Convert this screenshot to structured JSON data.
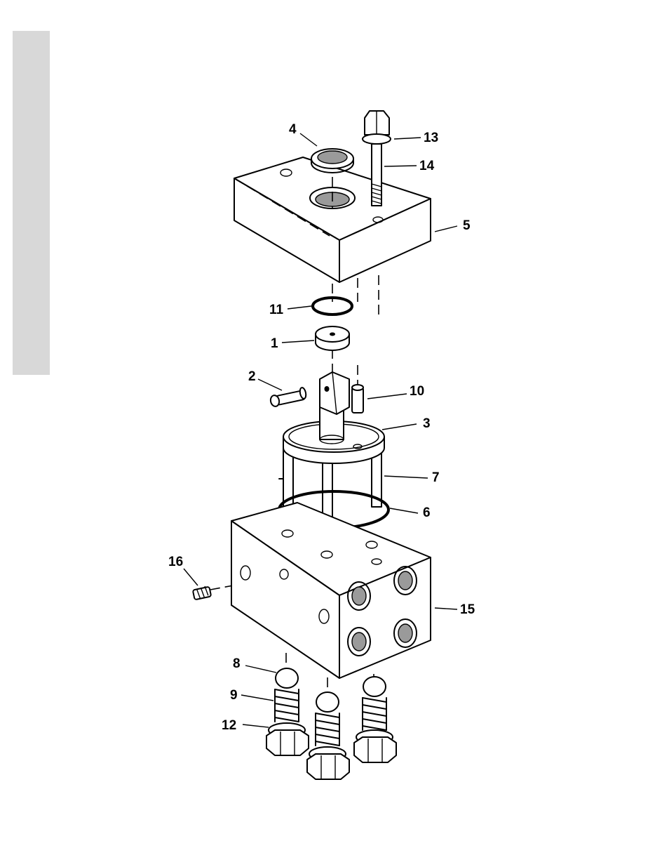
{
  "callouts": [
    {
      "id": "c1",
      "text": "1"
    },
    {
      "id": "c2",
      "text": "2"
    },
    {
      "id": "c3",
      "text": "3"
    },
    {
      "id": "c4",
      "text": "4"
    },
    {
      "id": "c5",
      "text": "5"
    },
    {
      "id": "c6",
      "text": "6"
    },
    {
      "id": "c7",
      "text": "7"
    },
    {
      "id": "c8",
      "text": "8"
    },
    {
      "id": "c9",
      "text": "9"
    },
    {
      "id": "c10",
      "text": "10"
    },
    {
      "id": "c11",
      "text": "11"
    },
    {
      "id": "c12",
      "text": "12"
    },
    {
      "id": "c13",
      "text": "13"
    },
    {
      "id": "c14",
      "text": "14"
    },
    {
      "id": "c15",
      "text": "15"
    },
    {
      "id": "c16",
      "text": "16"
    }
  ],
  "colors": {
    "background": "#ffffff",
    "side_tab": "#d8d8d8",
    "ink": "#000000"
  }
}
